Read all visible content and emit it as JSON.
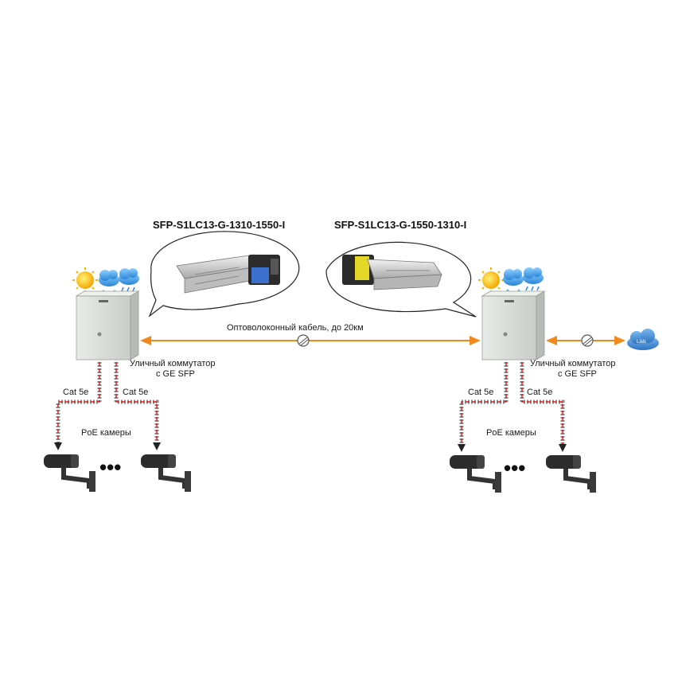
{
  "sfp_left": {
    "label": "SFP-S1LC13-G-1310-1550-I"
  },
  "sfp_right": {
    "label": "SFP-S1LC13-G-1550-1310-I"
  },
  "fiber_link": {
    "label": "Оптоволоконный кабель, до 20км"
  },
  "switch_left": {
    "line1": "Уличный коммутатор",
    "line2": "с GE SFP"
  },
  "switch_right": {
    "line1": "Уличный коммутатор",
    "line2": "с GE SFP"
  },
  "cable_left": {
    "a": "Cat 5e",
    "b": "Cat 5e"
  },
  "cable_right": {
    "a": "Cat 5e",
    "b": "Cat 5e"
  },
  "cameras_left": {
    "label": "PoE камеры",
    "ellipsis": "•••"
  },
  "cameras_right": {
    "label": "PoE камеры",
    "ellipsis": "•••"
  },
  "lan": {
    "label": "LAN"
  },
  "colors": {
    "link_arrow": "#f08a1c",
    "cable_red": "#e0201b",
    "cabinet": "#dfe2de",
    "lan_cloud": "#3f8fd6"
  }
}
